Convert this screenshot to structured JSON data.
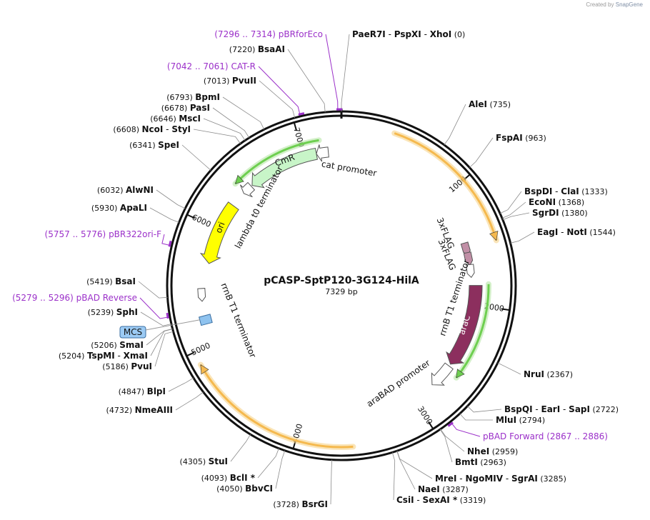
{
  "watermark": {
    "prefix": "Created by",
    "brand": "SnapGene"
  },
  "plasmid": {
    "name": "pCASP-SptP120-3G124-HilA",
    "length_label": "7329 bp",
    "length": 7329
  },
  "ticks": [
    {
      "pos": 1000,
      "label": "1000"
    },
    {
      "pos": 2000,
      "label": "2000"
    },
    {
      "pos": 3000,
      "label": "3000"
    },
    {
      "pos": 4000,
      "label": "4000"
    },
    {
      "pos": 5000,
      "label": "5000"
    },
    {
      "pos": 6000,
      "label": "6000"
    },
    {
      "pos": 7000,
      "label": "7000"
    }
  ],
  "sites": [
    {
      "names": [
        "PaeR7I",
        "PspXI",
        "XhoI"
      ],
      "pos": "(0)",
      "bp": 0,
      "side": "right"
    },
    {
      "names": [
        "AleI"
      ],
      "pos": "(735)",
      "bp": 735,
      "side": "right"
    },
    {
      "names": [
        "FspAI"
      ],
      "pos": "(963)",
      "bp": 963,
      "side": "right"
    },
    {
      "names": [
        "BspDI",
        "ClaI"
      ],
      "pos": "(1333)",
      "bp": 1333,
      "side": "right"
    },
    {
      "names": [
        "EcoNI"
      ],
      "pos": "(1368)",
      "bp": 1368,
      "side": "right"
    },
    {
      "names": [
        "SgrDI"
      ],
      "pos": "(1380)",
      "bp": 1380,
      "side": "right"
    },
    {
      "names": [
        "EagI",
        "NotI"
      ],
      "pos": "(1544)",
      "bp": 1544,
      "side": "right"
    },
    {
      "names": [
        "NruI"
      ],
      "pos": "(2367)",
      "bp": 2367,
      "side": "right"
    },
    {
      "names": [
        "BspQI",
        "EarI",
        "SapI"
      ],
      "pos": "(2722)",
      "bp": 2722,
      "side": "right"
    },
    {
      "names": [
        "MluI"
      ],
      "pos": "(2794)",
      "bp": 2794,
      "side": "right"
    },
    {
      "names": [
        "NheI"
      ],
      "pos": "(2959)",
      "bp": 2959,
      "side": "right"
    },
    {
      "names": [
        "BmtI"
      ],
      "pos": "(2963)",
      "bp": 2963,
      "side": "right"
    },
    {
      "names": [
        "MreI",
        "NgoMIV",
        "SgrAI"
      ],
      "pos": "(3285)",
      "bp": 3285,
      "side": "right"
    },
    {
      "names": [
        "NaeI"
      ],
      "pos": "(3287)",
      "bp": 3287,
      "side": "right"
    },
    {
      "names": [
        "CsiI",
        "SexAI *"
      ],
      "pos": "(3319)",
      "bp": 3319,
      "side": "right"
    },
    {
      "names": [
        "BsrGI"
      ],
      "pos": "(3728)",
      "bp": 3728,
      "side": "left"
    },
    {
      "names": [
        "BbvCI"
      ],
      "pos": "(4050)",
      "bp": 4050,
      "side": "left"
    },
    {
      "names": [
        "BclI *"
      ],
      "pos": "(4093)",
      "bp": 4093,
      "side": "left"
    },
    {
      "names": [
        "StuI"
      ],
      "pos": "(4305)",
      "bp": 4305,
      "side": "left"
    },
    {
      "names": [
        "NmeAIII"
      ],
      "pos": "(4732)",
      "bp": 4732,
      "side": "left"
    },
    {
      "names": [
        "BlpI"
      ],
      "pos": "(4847)",
      "bp": 4847,
      "side": "left"
    },
    {
      "names": [
        "PvuI"
      ],
      "pos": "(5186)",
      "bp": 5186,
      "side": "left"
    },
    {
      "names": [
        "TspMI",
        "XmaI"
      ],
      "pos": "(5204)",
      "bp": 5204,
      "side": "left"
    },
    {
      "names": [
        "SmaI"
      ],
      "pos": "(5206)",
      "bp": 5206,
      "side": "left"
    },
    {
      "names": [
        "SphI"
      ],
      "pos": "(5239)",
      "bp": 5239,
      "side": "left"
    },
    {
      "names": [
        "BsaI"
      ],
      "pos": "(5419)",
      "bp": 5419,
      "side": "left"
    },
    {
      "names": [
        "ApaLI"
      ],
      "pos": "(5930)",
      "bp": 5930,
      "side": "left"
    },
    {
      "names": [
        "AlwNI"
      ],
      "pos": "(6032)",
      "bp": 6032,
      "side": "left"
    },
    {
      "names": [
        "SpeI"
      ],
      "pos": "(6341)",
      "bp": 6341,
      "side": "left"
    },
    {
      "names": [
        "NcoI",
        "StyI"
      ],
      "pos": "(6608)",
      "bp": 6608,
      "side": "left"
    },
    {
      "names": [
        "MscI"
      ],
      "pos": "(6646)",
      "bp": 6646,
      "side": "left"
    },
    {
      "names": [
        "PasI"
      ],
      "pos": "(6678)",
      "bp": 6678,
      "side": "left"
    },
    {
      "names": [
        "BpmI"
      ],
      "pos": "(6793)",
      "bp": 6793,
      "side": "left"
    },
    {
      "names": [
        "PvuII"
      ],
      "pos": "(7013)",
      "bp": 7013,
      "side": "left"
    },
    {
      "names": [
        "BsaAI"
      ],
      "pos": "(7220)",
      "bp": 7220,
      "side": "left"
    }
  ],
  "primers": [
    {
      "name": "pBRforEco",
      "range": "(7296 .. 7314)",
      "start": 7296,
      "end": 7314,
      "side": "left"
    },
    {
      "name": "CAT-R",
      "range": "(7042 .. 7061)",
      "start": 7042,
      "end": 7061,
      "side": "left"
    },
    {
      "name": "pBR322ori-F",
      "range": "(5757 .. 5776)",
      "start": 5757,
      "end": 5776,
      "side": "left"
    },
    {
      "name": "pBAD Reverse",
      "range": "(5279 .. 5296)",
      "start": 5279,
      "end": 5296,
      "side": "left"
    },
    {
      "name": "pBAD Forward",
      "range": "(2867 .. 2886)",
      "start": 2867,
      "end": 2886,
      "side": "right"
    }
  ],
  "features": {
    "mcs": {
      "label": "MCS",
      "bp": 5210
    },
    "cat_promoter": {
      "label": "cat promoter",
      "start": 7215,
      "end": 7110,
      "color": "#ffffff"
    },
    "cmr": {
      "label": "CmR",
      "start": 7110,
      "end": 6480,
      "color": "#c8f5c8"
    },
    "lambda_t0": {
      "label": "lambda t0 terminator",
      "start": 6470,
      "end": 6380,
      "color": "#ffffff"
    },
    "ori": {
      "label": "ori",
      "start": 6240,
      "end": 5690,
      "color": "#ffff00"
    },
    "rrnb_left": {
      "label": "rrnB T1 terminator",
      "bp": 5420,
      "color": "#ffffff"
    },
    "flag1": {
      "label": "3xFLAG",
      "bp": 1500,
      "color": "#c18fa6"
    },
    "flag2": {
      "label": "3xFLAG",
      "bp": 1590,
      "color": "#c18fa6"
    },
    "rrnb_right": {
      "label": "rrnB T1 terminator",
      "bp": 1700,
      "color": "#ffffff"
    },
    "arac": {
      "label": "araC",
      "start": 1830,
      "end": 2560,
      "color": "#8c2f5e"
    },
    "arabad": {
      "label": "araBAD promoter",
      "start": 2580,
      "end": 2800,
      "color": "#ffffff"
    },
    "orf1": {
      "start": 390,
      "end": 1500,
      "color": "#f5b94e"
    },
    "orf2": {
      "start": 3580,
      "end": 4900,
      "color": "#f5b94e"
    },
    "green_arc1": {
      "start": 7150,
      "end": 6390,
      "color": "#6ecf50"
    },
    "green_arc2": {
      "start": 1820,
      "end": 2620,
      "color": "#6ecf50"
    }
  }
}
